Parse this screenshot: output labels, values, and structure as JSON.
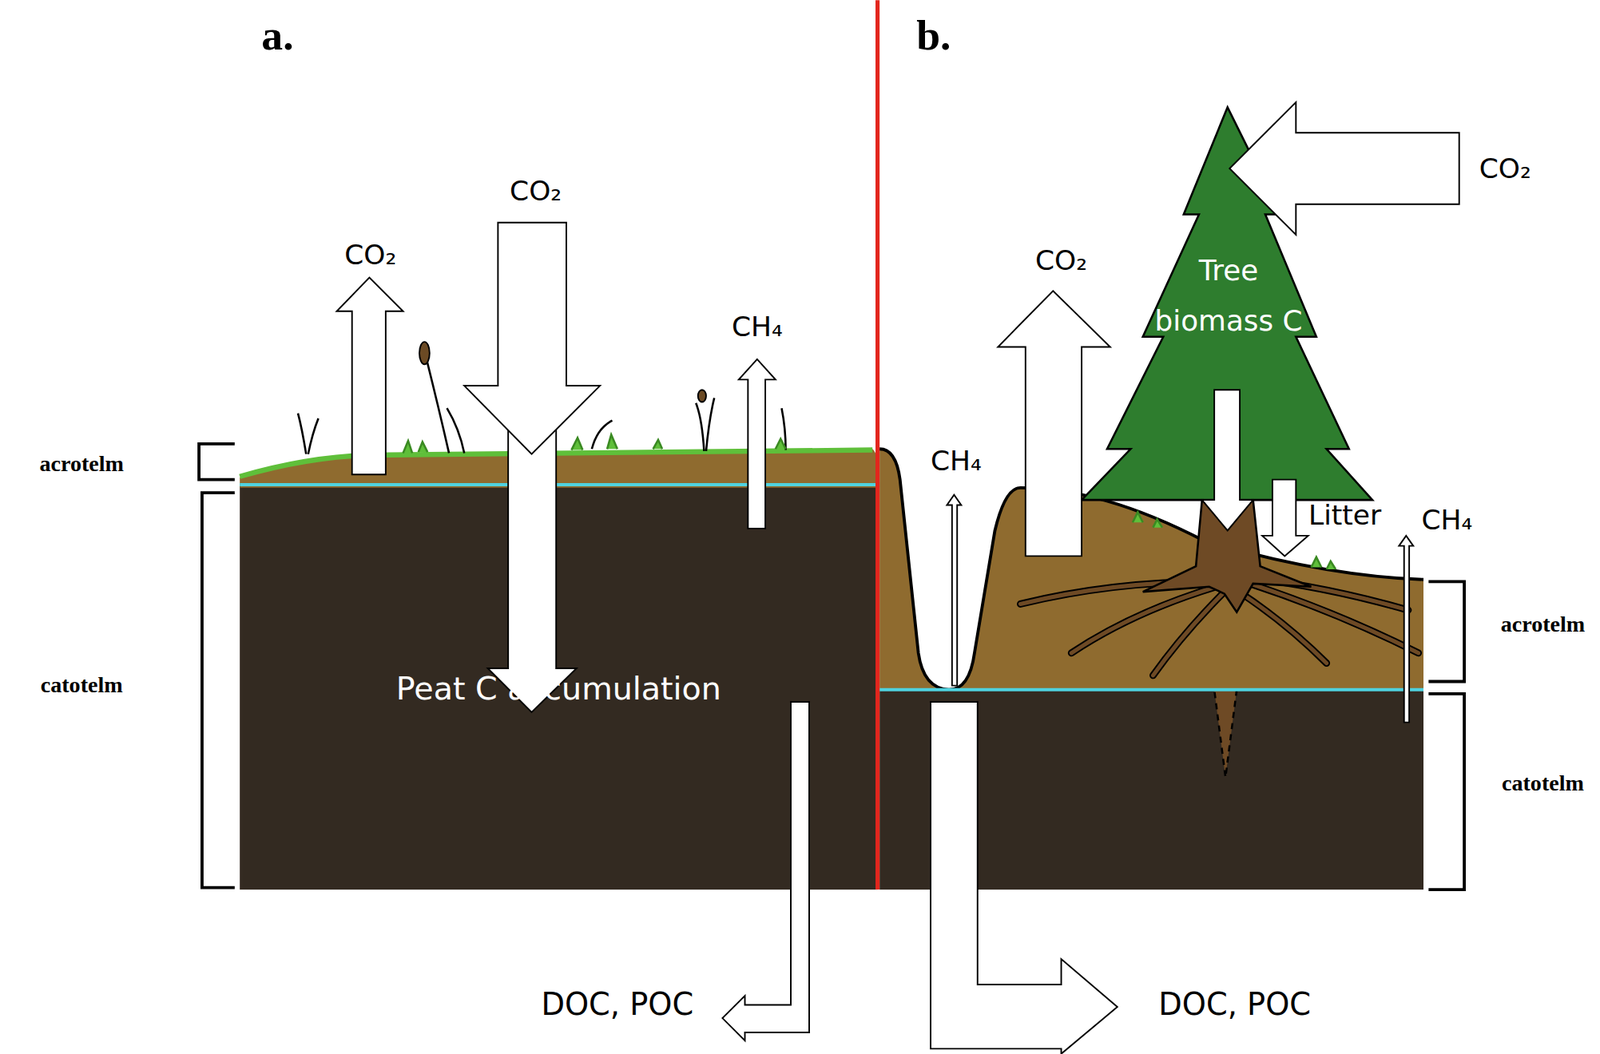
{
  "diagram": {
    "nodes": [
      {
        "text": [
          "Peat C accumulation"
        ]
      },
      {
        "text": [
          "Tree biomass C"
        ]
      }
    ],
    "labels": [
      "a.",
      "b.",
      "CO₂",
      "CO₂",
      "CO₂",
      "CO₂",
      "CH₄",
      "CH₄",
      "acrotelm",
      "Litter",
      "CH₄",
      "acrotelm",
      "catotelm",
      "catotelm",
      "DOC, POC",
      "DOC, POC"
    ]
  }
}
